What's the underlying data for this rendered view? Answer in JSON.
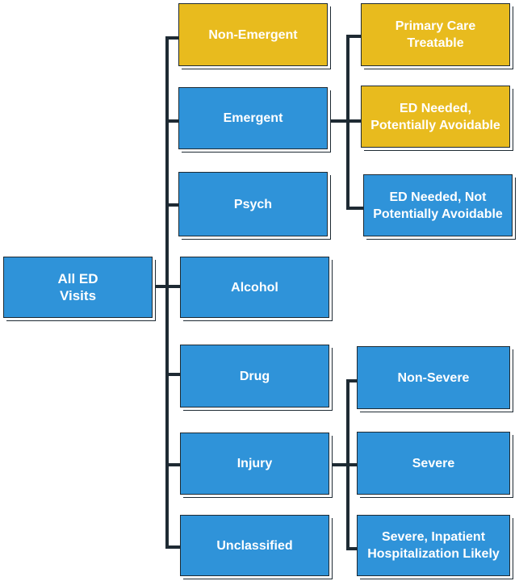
{
  "colors": {
    "node_blue": "#2f93d9",
    "node_yellow": "#e8bb1e",
    "connector": "#1e2a33"
  },
  "nodes": {
    "all_ed_visits": "All ED\nVisits",
    "non_emergent": "Non-Emergent",
    "emergent": "Emergent",
    "psych": "Psych",
    "alcohol": "Alcohol",
    "drug": "Drug",
    "injury": "Injury",
    "unclassified": "Unclassified",
    "primary_care_treatable": "Primary Care\nTreatable",
    "ed_needed_potentially_avoidable": "ED Needed,\nPotentially Avoidable",
    "ed_needed_not_potentially_avoidable": "ED Needed, Not\nPotentially Avoidable",
    "non_severe": "Non-Severe",
    "severe": "Severe",
    "severe_inpatient": "Severe, Inpatient\nHospitalization Likely"
  }
}
